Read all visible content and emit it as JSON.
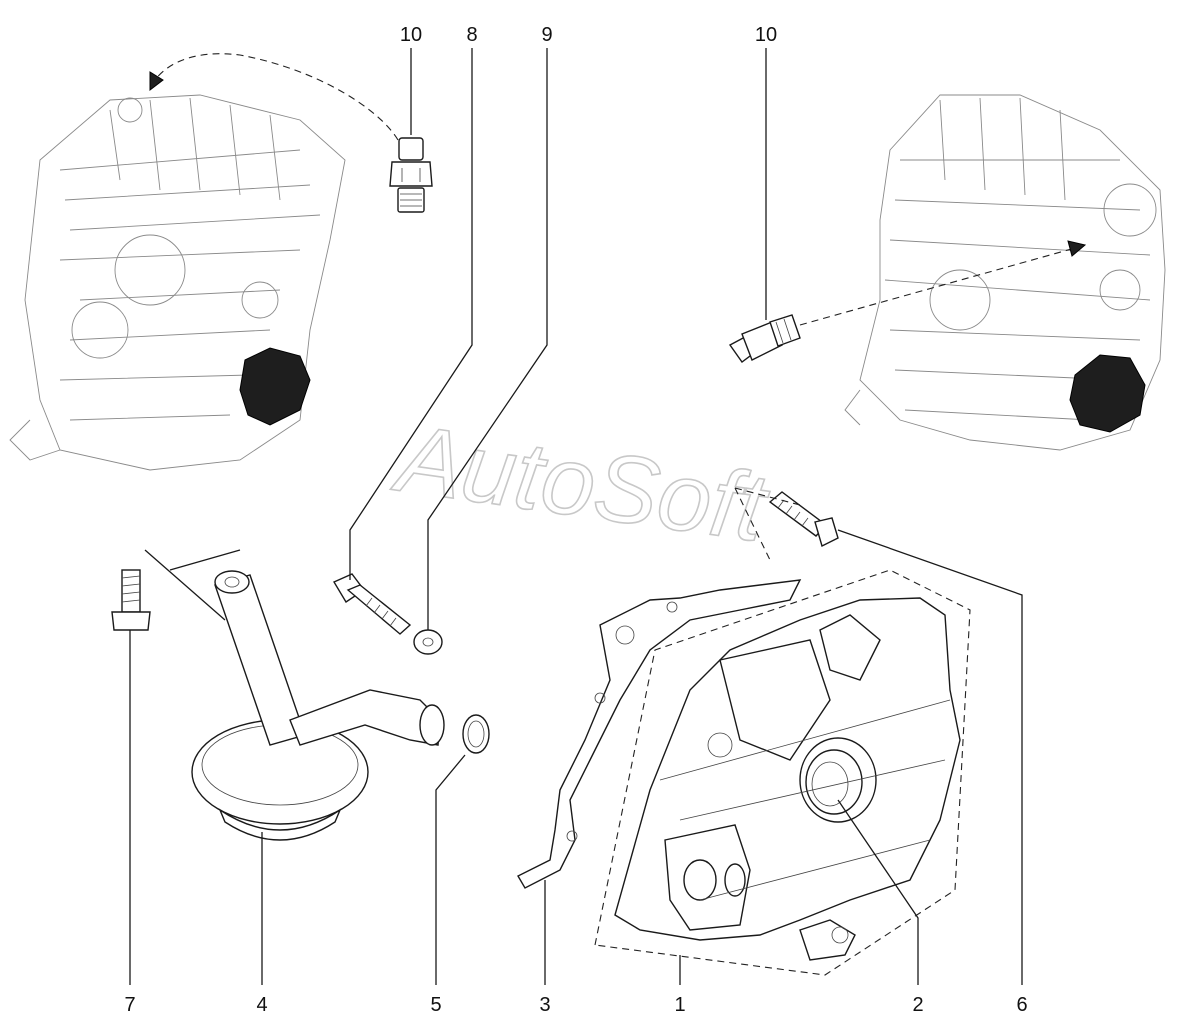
{
  "watermark": "AutoSoft",
  "callouts": [
    "10",
    "8",
    "9",
    "10",
    "7",
    "4",
    "5",
    "3",
    "1",
    "2",
    "6"
  ],
  "colors": {
    "line": "#1a1a1a",
    "watermark": "#c8c8c8",
    "background": "#ffffff"
  }
}
